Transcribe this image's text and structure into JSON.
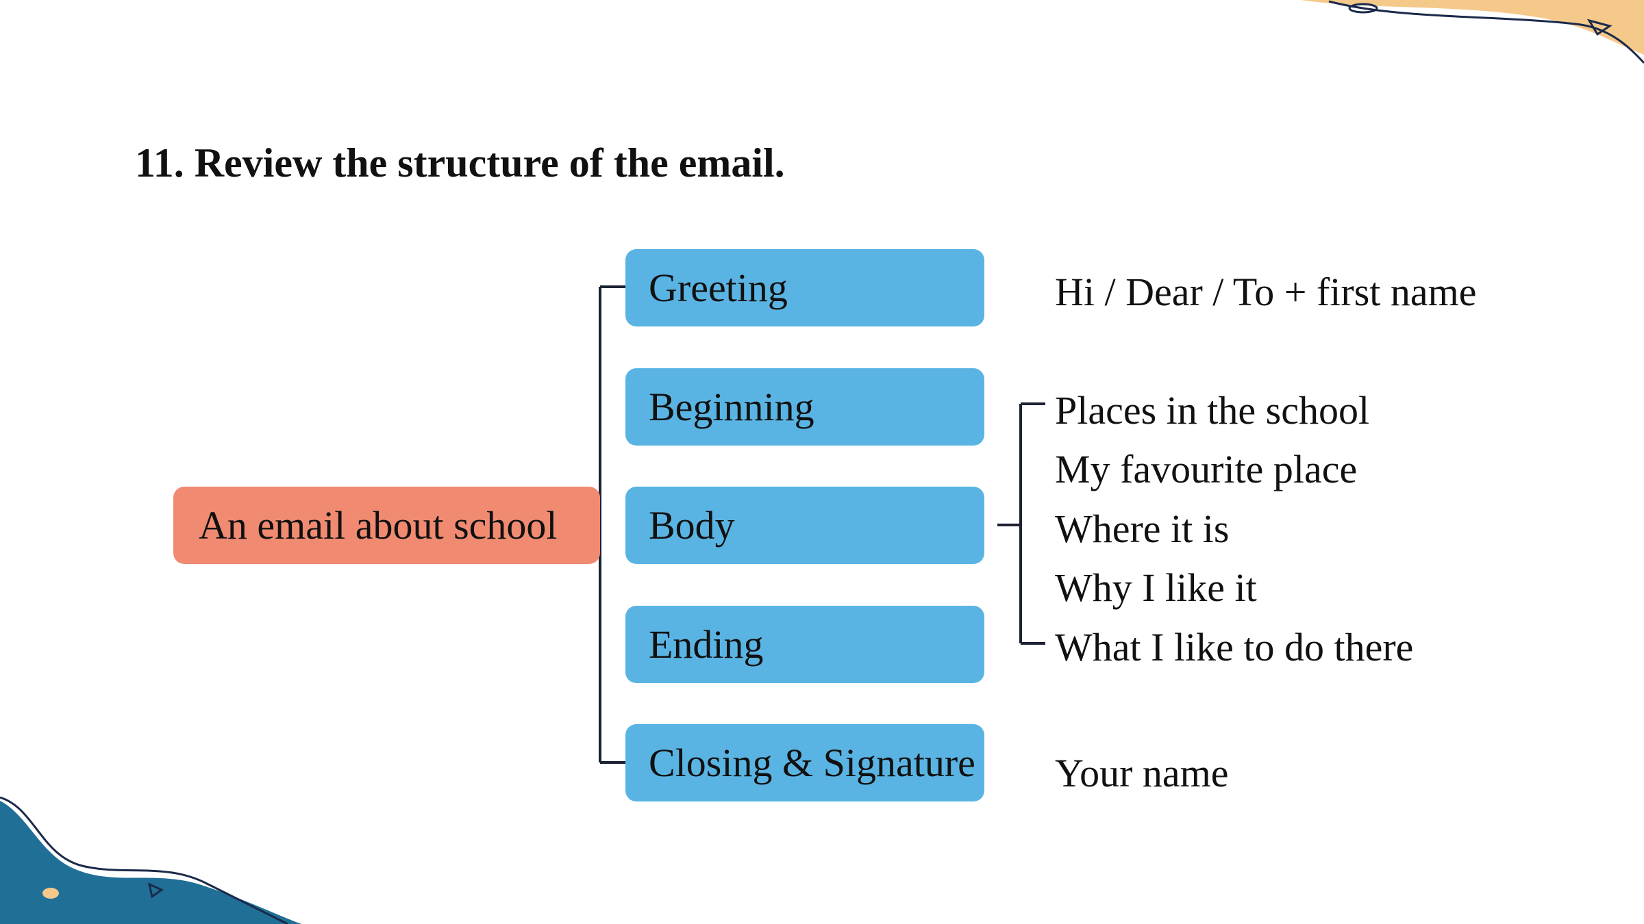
{
  "title": "11. Review the structure of the email.",
  "root": {
    "label": "An email about school"
  },
  "sections": [
    {
      "label": "Greeting"
    },
    {
      "label": "Beginning"
    },
    {
      "label": "Body"
    },
    {
      "label": "Ending"
    },
    {
      "label": "Closing & Signature"
    }
  ],
  "details": {
    "greeting": "Hi / Dear / To + first name",
    "body": [
      "Places in the school",
      "My favourite place",
      "Where it is",
      "Why I like it",
      "What I like to do there"
    ],
    "closing": "Your name"
  },
  "colors": {
    "root_box": "#f08b72",
    "section_box": "#5ab4e3",
    "deco_orange": "#f5c98a",
    "deco_blue": "#1f6f97",
    "line": "#1b2233"
  }
}
